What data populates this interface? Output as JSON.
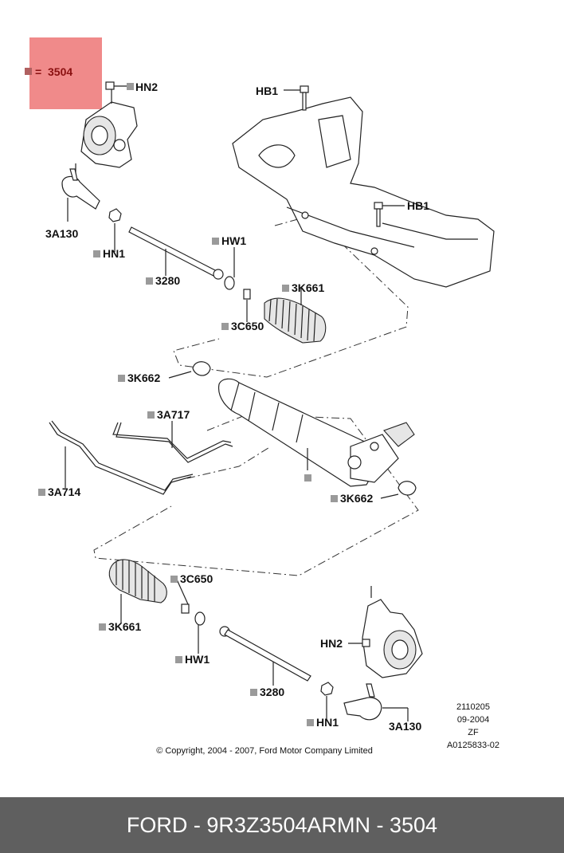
{
  "highlight": {
    "label": "3504",
    "prefix": "=",
    "color": "#f08a8a"
  },
  "labels": {
    "hn2_top": "HN2",
    "hb1_a": "HB1",
    "hb1_b": "HB1",
    "a130_top": "3A130",
    "hn1_top": "HN1",
    "hw1_top": "HW1",
    "p3280_top": "3280",
    "k661_top": "3K661",
    "c650_top": "3C650",
    "k662_a": "3K662",
    "a717": "3A717",
    "a714": "3A714",
    "k662_b": "3K662",
    "c650_bot": "3C650",
    "k661_bot": "3K661",
    "hw1_bot": "HW1",
    "hn2_bot": "HN2",
    "p3280_bot": "3280",
    "hn1_bot": "HN1",
    "a130_bot": "3A130"
  },
  "meta": [
    "2110205",
    "09-2004",
    "ZF",
    "A0125833-02"
  ],
  "copyright": "© Copyright, 2004 - 2007, Ford Motor Company Limited",
  "footer": {
    "brand": "FORD - 9R3Z3504ARM",
    "ref": "N - 3504"
  }
}
